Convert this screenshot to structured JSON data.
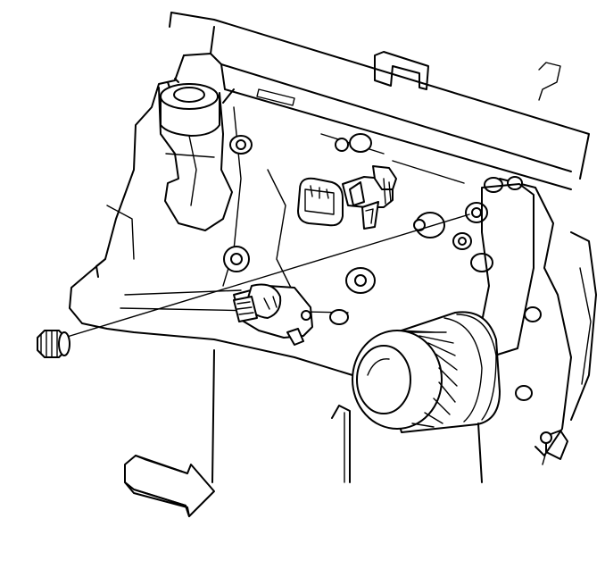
{
  "diagram": {
    "type": "exploded-view line drawing",
    "colors": {
      "stroke": "#000000",
      "background": "#ffffff"
    },
    "parts": [
      {
        "id": "engine-block",
        "icon": "engine-block-icon"
      },
      {
        "id": "thermostat-housing",
        "icon": "housing-neck-icon"
      },
      {
        "id": "electrical-connector",
        "icon": "connector-icon"
      },
      {
        "id": "sensor",
        "icon": "sensor-icon"
      },
      {
        "id": "oil-filter",
        "icon": "oil-filter-icon"
      },
      {
        "id": "oil-pan",
        "icon": "oil-pan-icon"
      },
      {
        "id": "threaded-plug",
        "icon": "threaded-plug-icon"
      },
      {
        "id": "direction-arrow",
        "icon": "arrow-icon"
      }
    ]
  }
}
